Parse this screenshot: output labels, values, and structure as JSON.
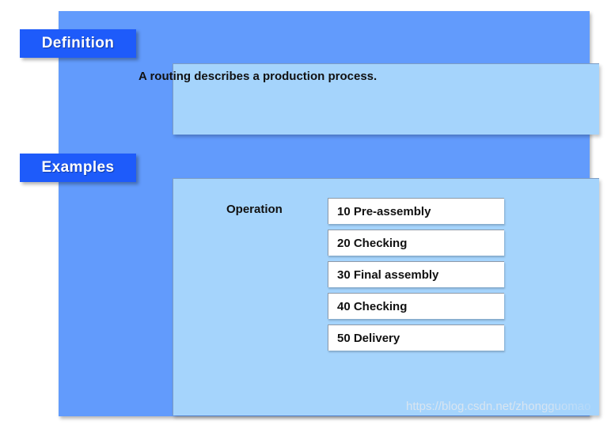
{
  "colors": {
    "outer_panel": "#629bfc",
    "inner_panel": "#a5d4fc",
    "tab": "#1e5bfa",
    "tab_text": "#ffffff",
    "box_background": "#ffffff",
    "body_text": "#111111",
    "watermark": "#e2e8ef"
  },
  "sections": {
    "definition": {
      "tab_label": "Definition",
      "body_text": "A routing describes a production process."
    },
    "examples": {
      "tab_label": "Examples",
      "operation_label": "Operation",
      "operations": [
        "10 Pre-assembly",
        "20 Checking",
        "30 Final assembly",
        "40 Checking",
        "50 Delivery"
      ]
    }
  },
  "watermark": {
    "text": "https://blog.csdn.net/zhongguomao"
  }
}
